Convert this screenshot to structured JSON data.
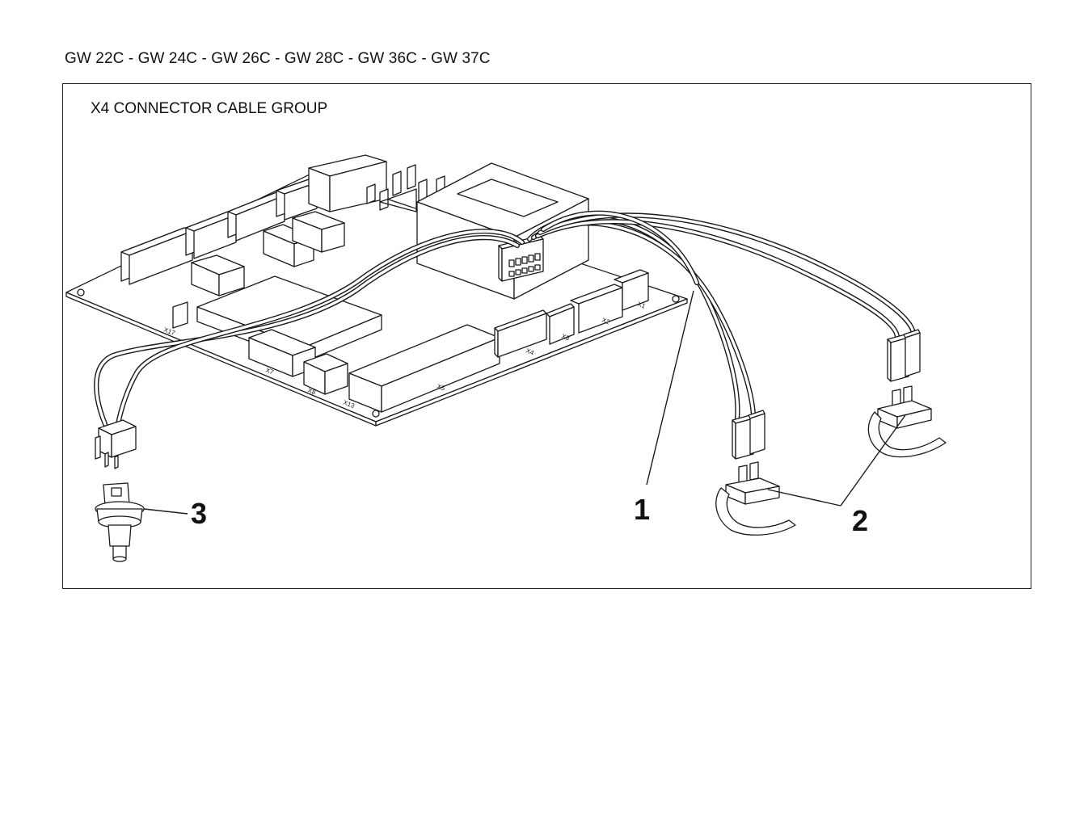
{
  "header": {
    "models": "GW 22C - GW 24C - GW 26C - GW 28C - GW 36C - GW 37C"
  },
  "figure": {
    "title": "X4 CONNECTOR CABLE GROUP",
    "board_labels": {
      "x17": "X17",
      "x7": "X7",
      "x8": "X8",
      "x13": "X13",
      "x5": "X5",
      "x4": "X4",
      "x3": "X3",
      "x2": "X2",
      "x1": "X1"
    },
    "callouts": {
      "c1": "1",
      "c2": "2",
      "c3": "3"
    }
  }
}
